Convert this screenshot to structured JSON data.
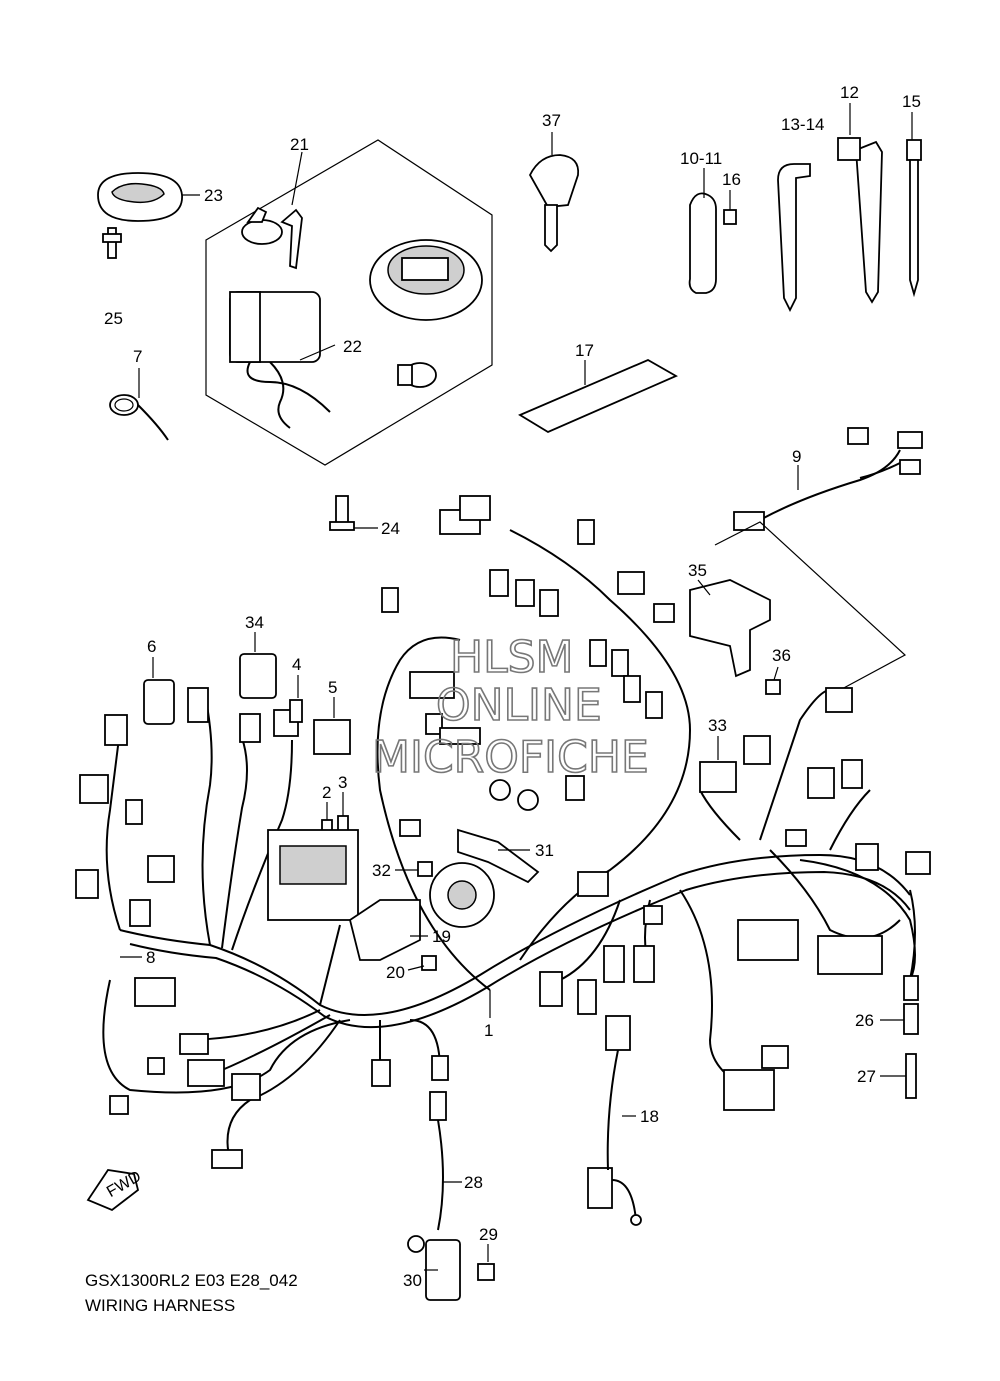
{
  "callouts": {
    "c1": "1",
    "c2": "2",
    "c3": "3",
    "c4": "4",
    "c5": "5",
    "c6": "6",
    "c7": "7",
    "c8": "8",
    "c9": "9",
    "c10_11": "10-11",
    "c12": "12",
    "c13_14": "13-14",
    "c15": "15",
    "c16": "16",
    "c17": "17",
    "c18": "18",
    "c19": "19",
    "c20": "20",
    "c21": "21",
    "c22": "22",
    "c23": "23",
    "c24": "24",
    "c25": "25",
    "c26": "26",
    "c27": "27",
    "c28": "28",
    "c29": "29",
    "c30": "30",
    "c31": "31",
    "c32": "32",
    "c33": "33",
    "c34": "34",
    "c35": "35",
    "c36": "36",
    "c37": "37"
  },
  "watermark": {
    "line1": "HLSM",
    "line2": "ONLINE",
    "line3": "MICROFICHE"
  },
  "fwd_arrow": {
    "label": "FWD",
    "icon": "fwd-arrow-icon"
  },
  "footer": {
    "model_code": "GSX1300RL2 E03 E28_042",
    "title": "WIRING HARNESS"
  }
}
